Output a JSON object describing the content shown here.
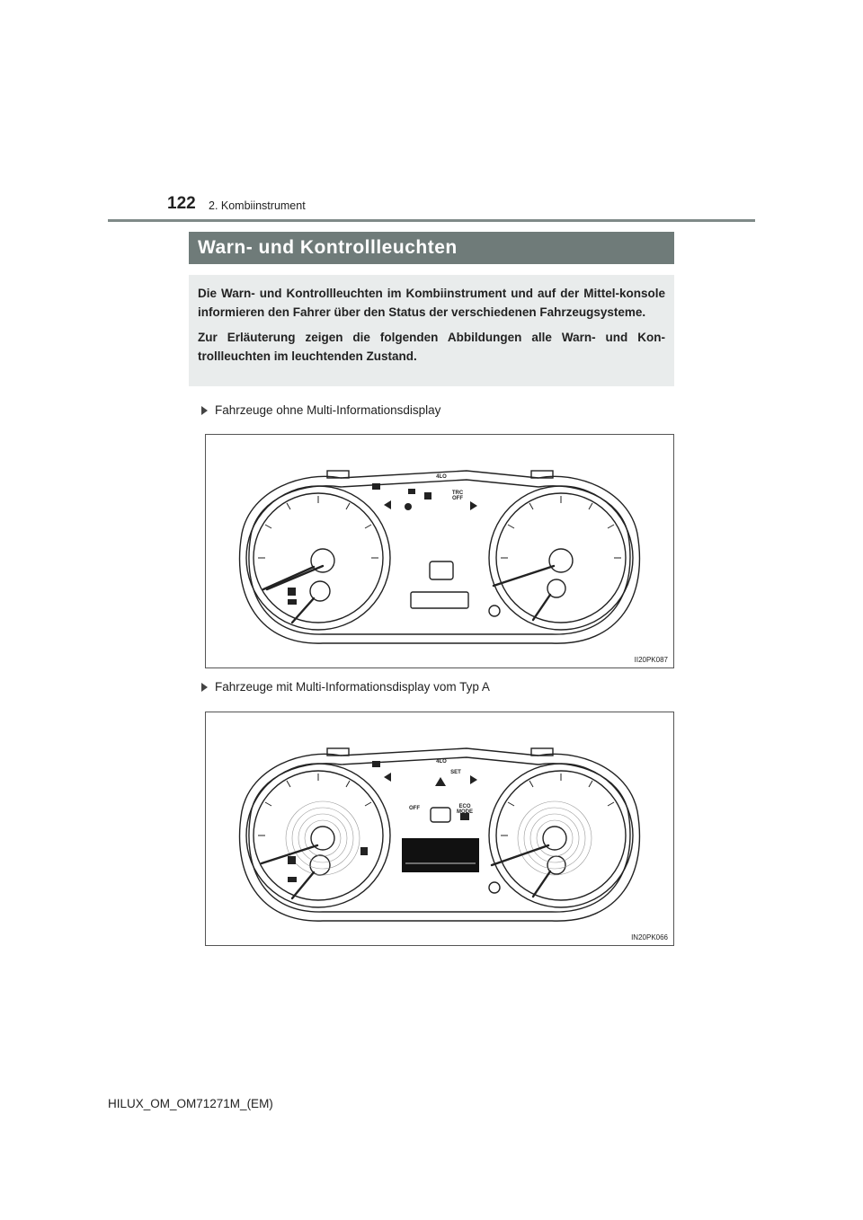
{
  "header": {
    "page_number": "122",
    "section": "2. Kombiinstrument"
  },
  "title": "Warn- und Kontrollleuchten",
  "intro": {
    "p1": "Die Warn- und Kontrollleuchten im Kombiinstrument und auf der Mittel-konsole informieren den Fahrer über den Status der verschiedenen Fahrzeugsysteme.",
    "p2": "Zur Erläuterung zeigen die folgenden Abbildungen alle Warn- und Kon-trollleuchten im leuchtenden Zustand."
  },
  "figures": [
    {
      "caption": "Fahrzeuge ohne Multi-Informationsdisplay",
      "code": "II20PK087",
      "labels": {
        "lo": "4LO",
        "trc": "TRC",
        "off": "OFF"
      }
    },
    {
      "caption": "Fahrzeuge mit Multi-Informationsdisplay vom Typ A",
      "code": "IN20PK066",
      "labels": {
        "lo": "4LO",
        "set": "SET",
        "eco": "ECO",
        "mode": "MODE",
        "off": "OFF"
      }
    }
  ],
  "footer": "HILUX_OM_OM71271M_(EM)"
}
